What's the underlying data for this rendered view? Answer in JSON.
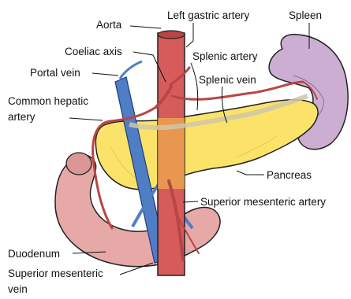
{
  "diagram": {
    "labels": {
      "aorta": "Aorta",
      "left_gastric_artery": "Left gastric artery",
      "spleen": "Spleen",
      "coeliac_axis": "Coeliac axis",
      "splenic_artery": "Splenic artery",
      "portal_vein": "Portal vein",
      "splenic_vein": "Splenic vein",
      "common_hepatic_artery_line1": "Common hepatic",
      "common_hepatic_artery_line2": "artery",
      "pancreas": "Pancreas",
      "superior_mesenteric_artery": "Superior mesenteric artery",
      "duodenum": "Duodenum",
      "superior_mesenteric_vein_line1": "Superior mesenteric",
      "superior_mesenteric_vein_line2": "vein"
    }
  }
}
